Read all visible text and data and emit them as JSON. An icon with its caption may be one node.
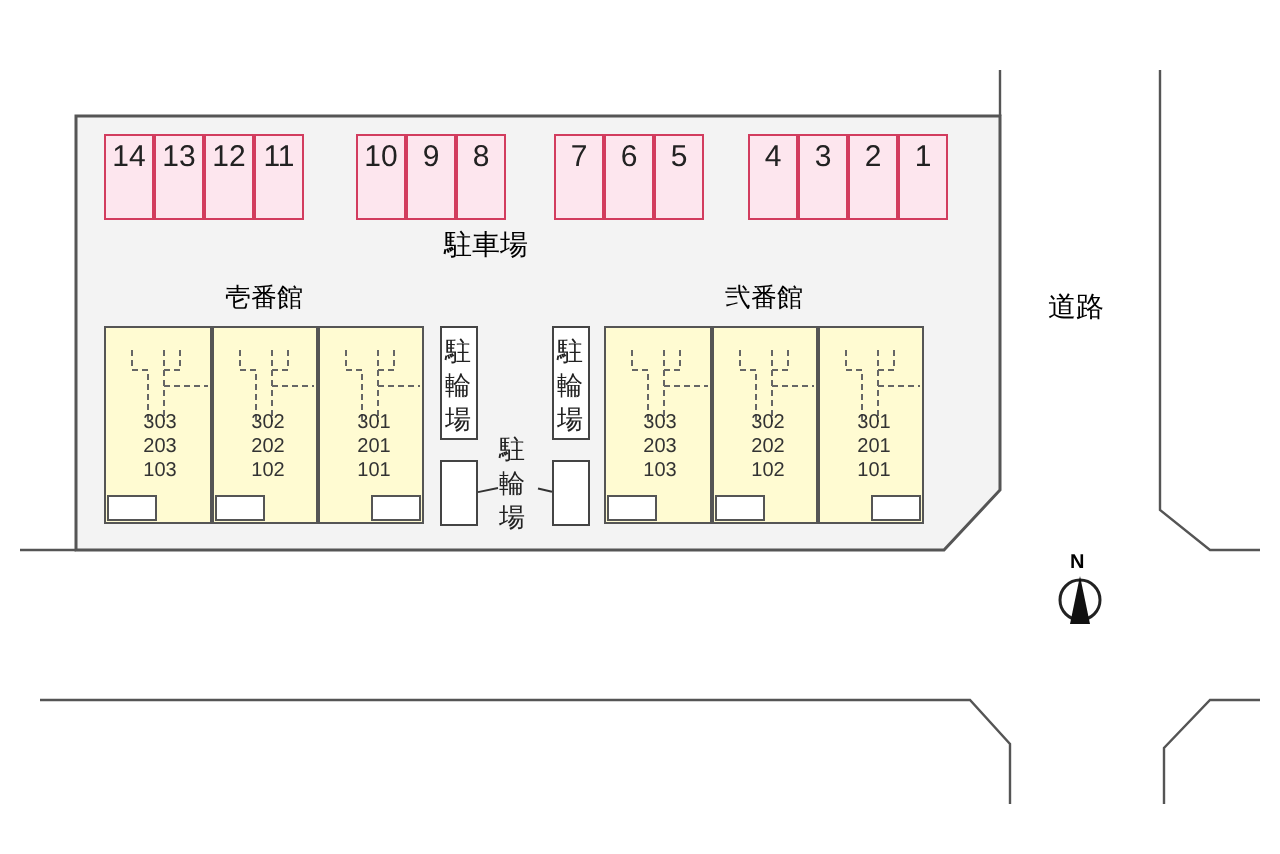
{
  "diagram": {
    "nodes": [
      {
        "text": [
          "14"
        ]
      },
      {
        "text": [
          "13"
        ]
      },
      {
        "text": [
          "12"
        ]
      },
      {
        "text": [
          "11"
        ]
      },
      {
        "text": [
          "10"
        ]
      },
      {
        "text": [
          "9"
        ]
      },
      {
        "text": [
          "8"
        ]
      },
      {
        "text": [
          "7"
        ]
      },
      {
        "text": [
          "6"
        ]
      },
      {
        "text": [
          "5"
        ]
      },
      {
        "text": [
          "4"
        ]
      },
      {
        "text": [
          "3"
        ]
      },
      {
        "text": [
          "2"
        ]
      },
      {
        "text": [
          "1"
        ]
      },
      {
        "text": [
          "壱番館"
        ]
      },
      {
        "text": [
          "303 203 103"
        ],
        "in": 14
      },
      {
        "text": [
          "302 202 102"
        ],
        "in": 14
      },
      {
        "text": [
          "301 201 101"
        ],
        "in": 14
      },
      {
        "text": [
          "駐輪場"
        ]
      },
      {
        "text": [
          "駐輪場"
        ]
      },
      {
        "text": [
          "駐輪場"
        ]
      },
      {
        "text": [],
        "shape": "box"
      },
      {
        "text": [],
        "shape": "box"
      },
      {
        "text": [
          "弐番館"
        ]
      },
      {
        "text": [
          "303 203 103"
        ],
        "in": 23
      },
      {
        "text": [
          "302 202 102"
        ],
        "in": 23
      },
      {
        "text": [
          "301 201 101"
        ],
        "in": 23
      }
    ],
    "edges": [
      {
        "from": 20,
        "to": 21,
        "arrow": "none"
      },
      {
        "from": 20,
        "to": 22,
        "arrow": "none"
      }
    ],
    "labels": [
      "駐車場",
      "道路",
      "N"
    ]
  }
}
